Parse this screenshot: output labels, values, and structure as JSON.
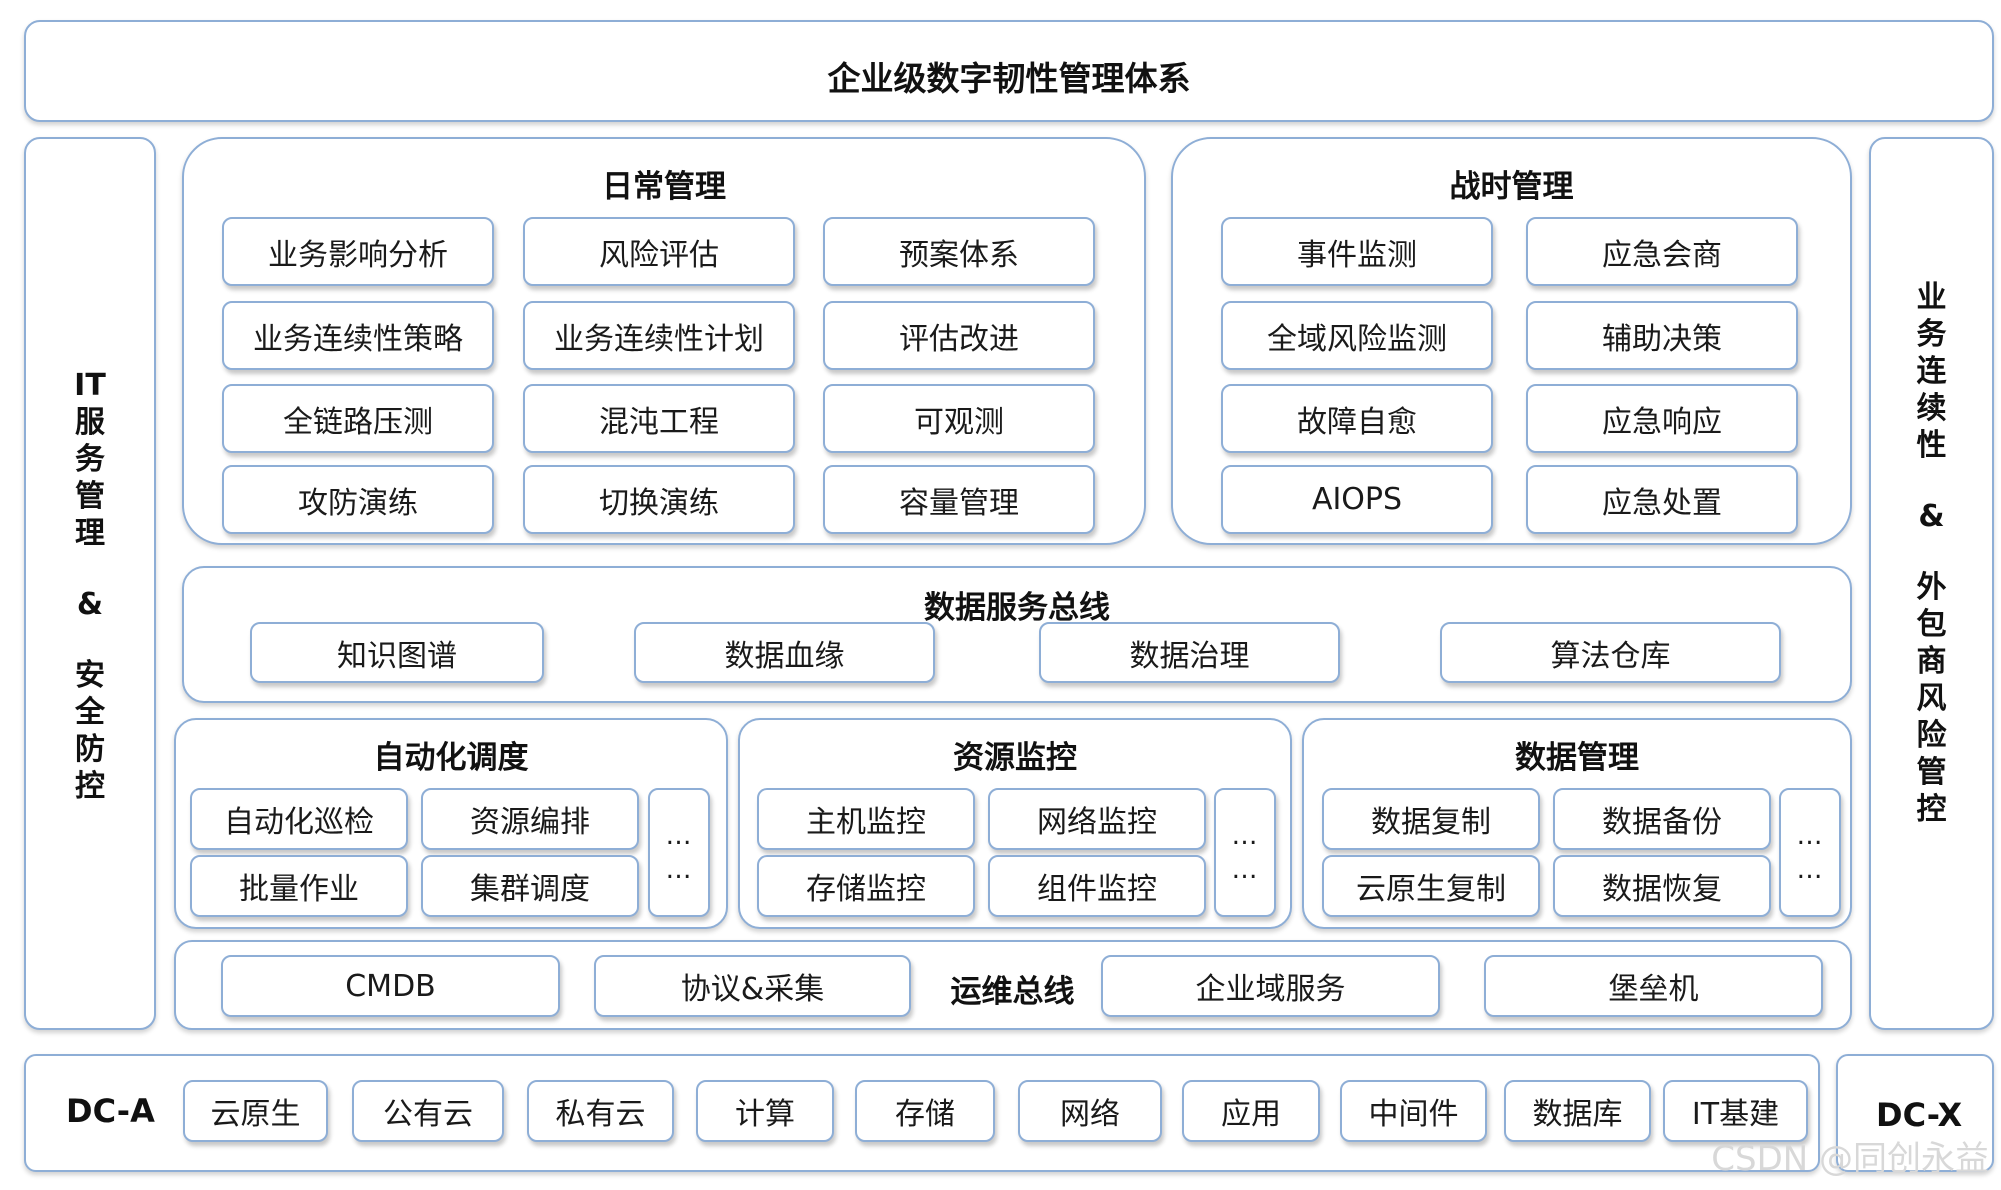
{
  "title": "企业级数字韧性管理体系",
  "left_pillar": [
    "IT",
    "服",
    "务",
    "管",
    "理",
    "&",
    "安",
    "全",
    "防",
    "控"
  ],
  "right_pillar": [
    "业",
    "务",
    "连",
    "续",
    "性",
    "&",
    "外",
    "包",
    "商",
    "风",
    "险",
    "管",
    "控"
  ],
  "daily": {
    "title": "日常管理",
    "items": [
      "业务影响分析",
      "风险评估",
      "预案体系",
      "业务连续性策略",
      "业务连续性计划",
      "评估改进",
      "全链路压测",
      "混沌工程",
      "可观测",
      "攻防演练",
      "切换演练",
      "容量管理"
    ]
  },
  "wartime": {
    "title": "战时管理",
    "items": [
      "事件监测",
      "应急会商",
      "全域风险监测",
      "辅助决策",
      "故障自愈",
      "应急响应",
      "AIOPS",
      "应急处置"
    ]
  },
  "data_bus": {
    "title": "数据服务总线",
    "items": [
      "知识图谱",
      "数据血缘",
      "数据治理",
      "算法仓库"
    ]
  },
  "automation": {
    "title": "自动化调度",
    "items": [
      "自动化巡检",
      "资源编排",
      "批量作业",
      "集群调度"
    ],
    "more": "…\n…"
  },
  "resource": {
    "title": "资源监控",
    "items": [
      "主机监控",
      "网络监控",
      "存储监控",
      "组件监控"
    ],
    "more": "…\n…"
  },
  "datamgmt": {
    "title": "数据管理",
    "items": [
      "数据复制",
      "数据备份",
      "云原生复制",
      "数据恢复"
    ],
    "more": "…\n…"
  },
  "ops_bus": {
    "title": "运维总线",
    "items": [
      "CMDB",
      "协议&采集",
      "企业域服务",
      "堡垒机"
    ]
  },
  "dc_a": {
    "label": "DC-A",
    "items": [
      "云原生",
      "公有云",
      "私有云",
      "计算",
      "存储",
      "网络",
      "应用",
      "中间件",
      "数据库",
      "IT基建"
    ]
  },
  "dc_x": {
    "label": "DC-X"
  },
  "watermark": "CSDN @同创永益",
  "colors": {
    "border": "#8eaed6",
    "text": "#111111"
  }
}
